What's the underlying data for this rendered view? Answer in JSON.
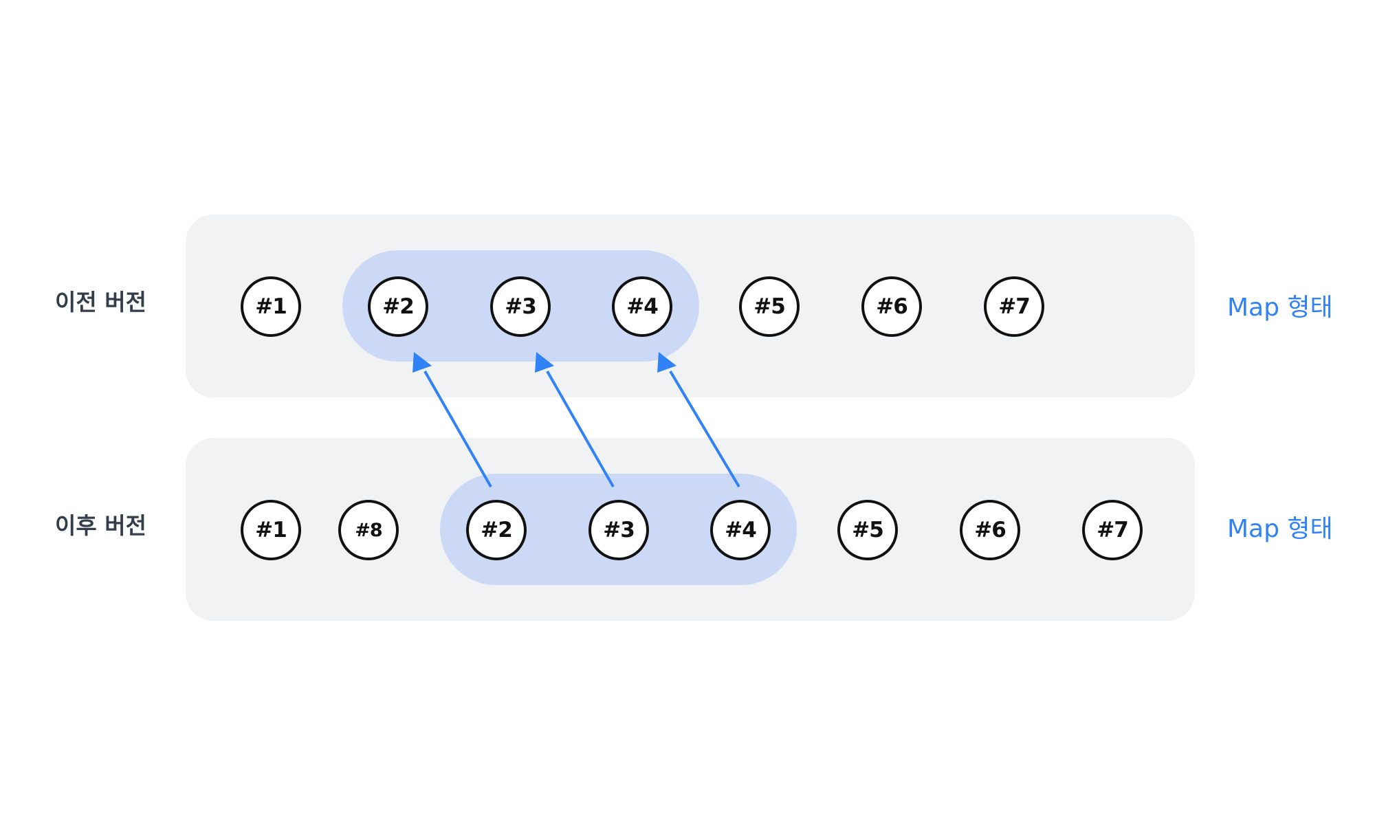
{
  "rows": {
    "before": {
      "label": "이전 버전",
      "map_label": "Map 형태",
      "nodes": [
        "#1",
        "#2",
        "#3",
        "#4",
        "#5",
        "#6",
        "#7"
      ]
    },
    "after": {
      "label": "이후 버전",
      "map_label": "Map 형태",
      "nodes": [
        "#1",
        "#8",
        "#2",
        "#3",
        "#4",
        "#5",
        "#6",
        "#7"
      ]
    }
  },
  "colors": {
    "accent": "#3182f6",
    "highlight": "#ccd9f6",
    "panel": "#f1f2f4",
    "node_border": "#111111"
  }
}
